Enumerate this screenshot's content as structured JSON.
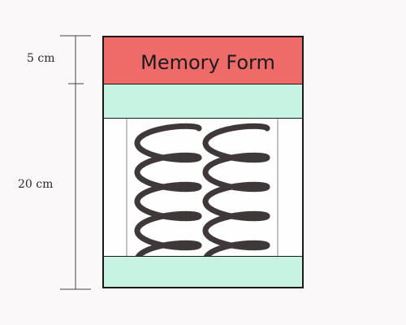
{
  "dimensions": {
    "top_label": "5 cm",
    "bottom_label": "20 cm"
  },
  "layers": {
    "memory_label": "Memory Form",
    "memory_color": "#ee6b6a",
    "comfort_color": "#c8f3e3",
    "coil_color": "#3e3838"
  }
}
